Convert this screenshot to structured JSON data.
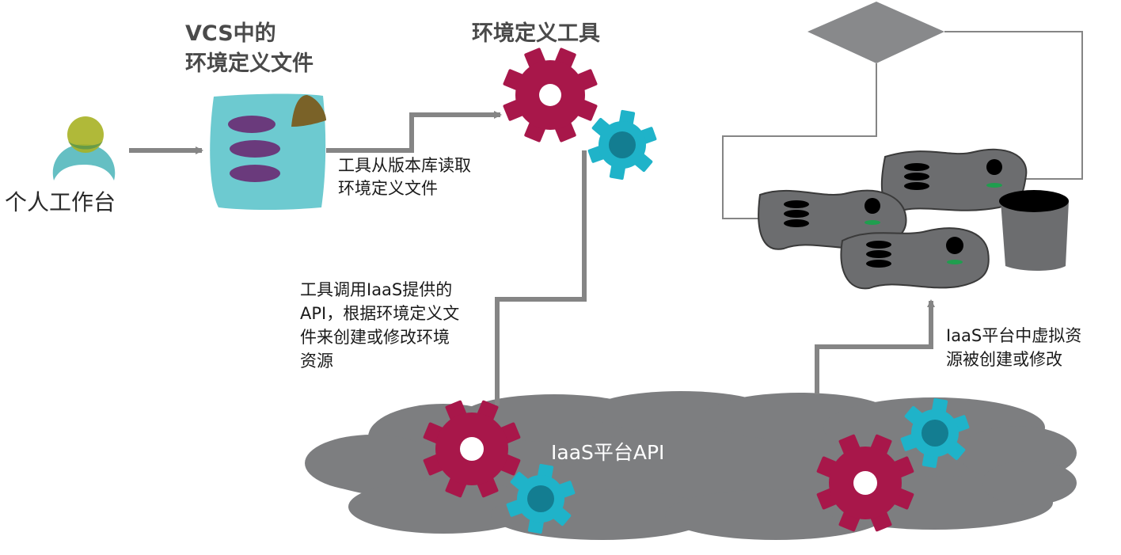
{
  "labels": {
    "workstation": "个人工作台",
    "vcs_title_line1": "VCS中的",
    "vcs_title_line2": "环境定义文件",
    "tool_title": "环境定义工具",
    "read_note_line1": "工具从版本库读取",
    "read_note_line2": "环境定义文件",
    "call_note_line1": "工具调用IaaS提供的",
    "call_note_line2": "API，根据环境定义文",
    "call_note_line3": "件来创建或修改环境",
    "call_note_line4": "资源",
    "cloud_label": "IaaS平台API",
    "result_note_line1": "IaaS平台中虚拟资",
    "result_note_line2": "源被创建或修改"
  },
  "icons": {
    "workstation": "person-icon",
    "vcs_file": "document-icon",
    "gear_primary": "gear-icon",
    "gear_secondary": "small-gear-icon",
    "decision": "diamond-icon",
    "servers": "server-icon",
    "database": "database-icon",
    "cloud": "cloud-icon"
  },
  "colors": {
    "arrow": "#858585",
    "gear_primary": "#a8174a",
    "gear_secondary": "#1fb3c9",
    "gear_secondary_center": "#137d91",
    "doc": "#6dcad0",
    "doc_stripe": "#6a3a7c",
    "doc_corner": "#7a6228",
    "person_body": "#5dbcc0",
    "person_head": "#a7b124",
    "cloud": "#7d7e80",
    "server": "#6c6d6f",
    "server_led": "#1f9e4e",
    "diamond": "#88898b"
  }
}
